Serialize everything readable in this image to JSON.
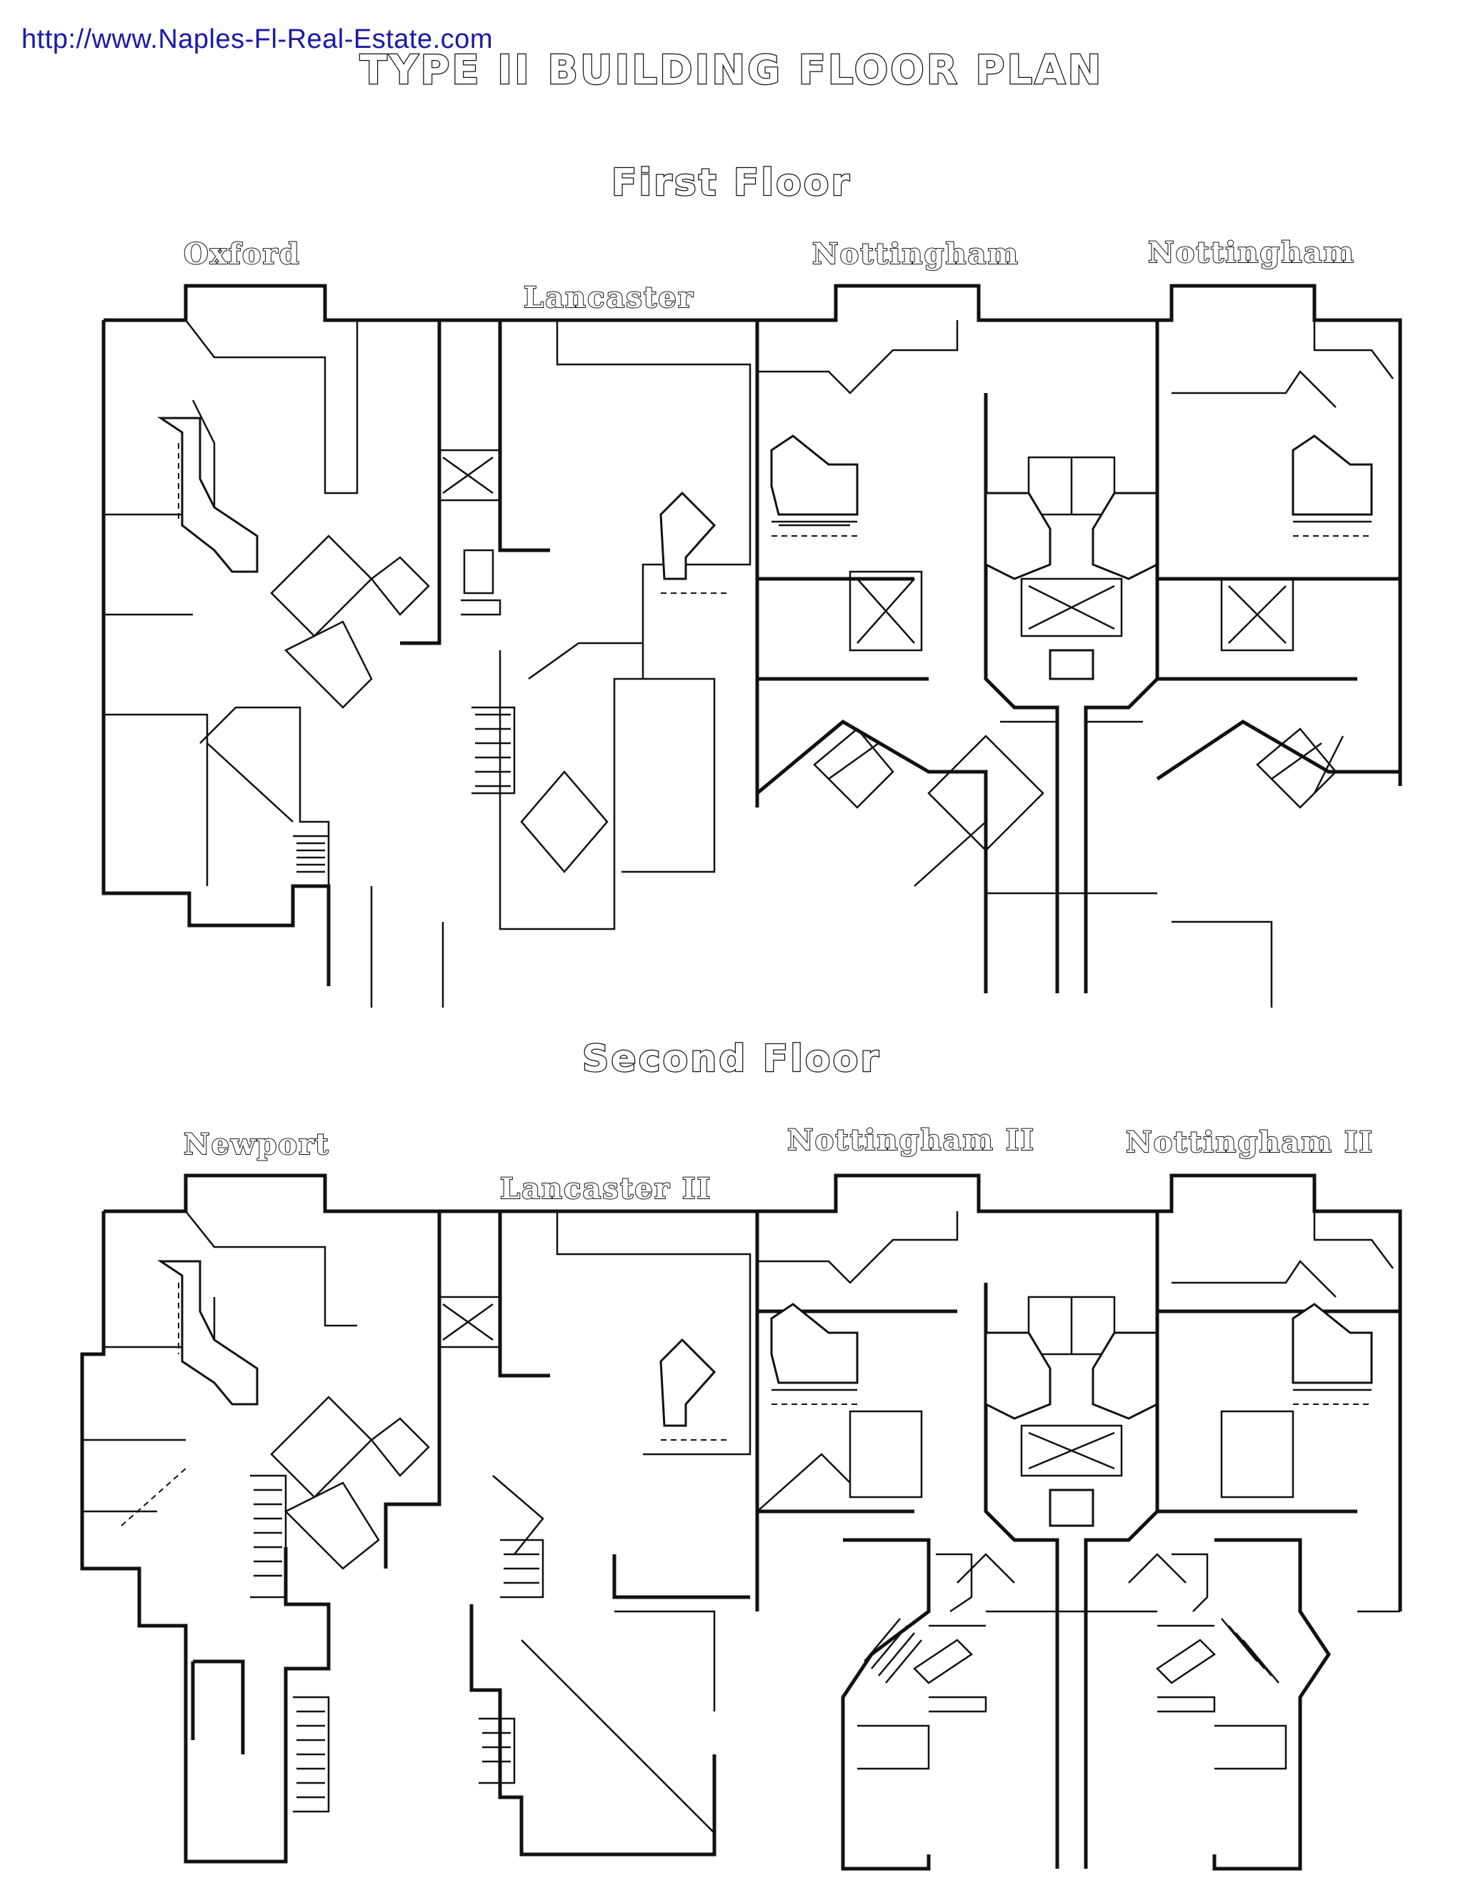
{
  "header": {
    "url": "http://www.Naples-Fl-Real-Estate.com",
    "title": "TYPE II BUILDING FLOOR PLAN"
  },
  "first_floor": {
    "title": "First Floor",
    "units": [
      "Oxford",
      "Lancaster",
      "Nottingham",
      "Nottingham"
    ]
  },
  "second_floor": {
    "title": "Second Floor",
    "units": [
      "Newport",
      "Lancaster II",
      "Nottingham II",
      "Nottingham II"
    ]
  }
}
